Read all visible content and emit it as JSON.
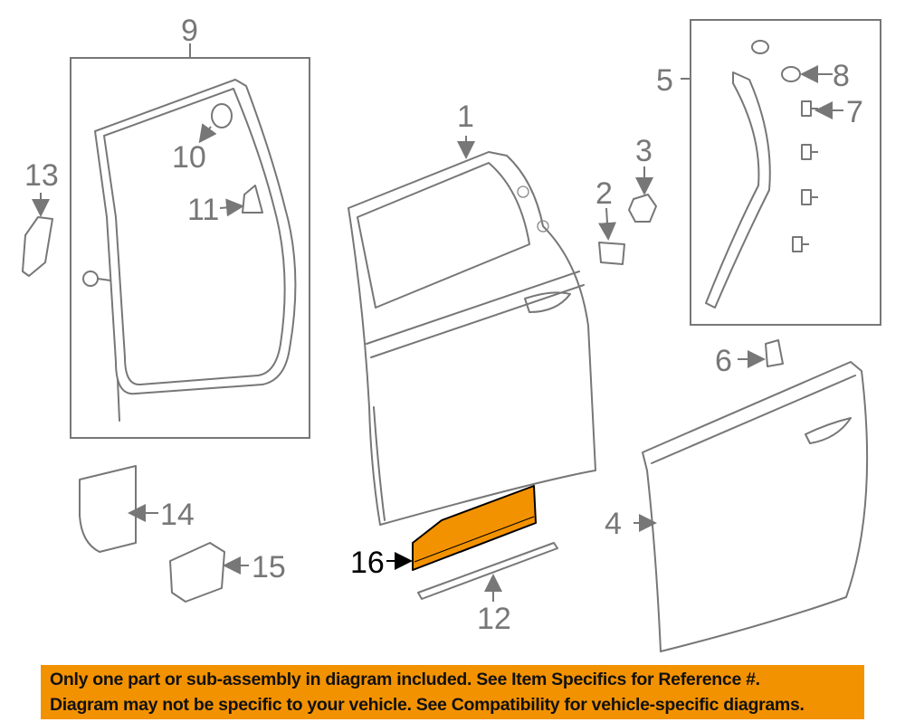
{
  "diagram": {
    "callouts": [
      "1",
      "2",
      "3",
      "4",
      "5",
      "6",
      "7",
      "8",
      "9",
      "10",
      "11",
      "12",
      "13",
      "14",
      "15",
      "16"
    ],
    "highlighted_callout": "16",
    "highlight_color": "#f39200"
  },
  "banner": {
    "line1": "Only one part or sub-assembly in diagram included. See Item Specifics for Reference #.",
    "line2": "Diagram may not be specific to your vehicle. See Compatibility for vehicle-specific diagrams.",
    "background": "#f39200"
  }
}
